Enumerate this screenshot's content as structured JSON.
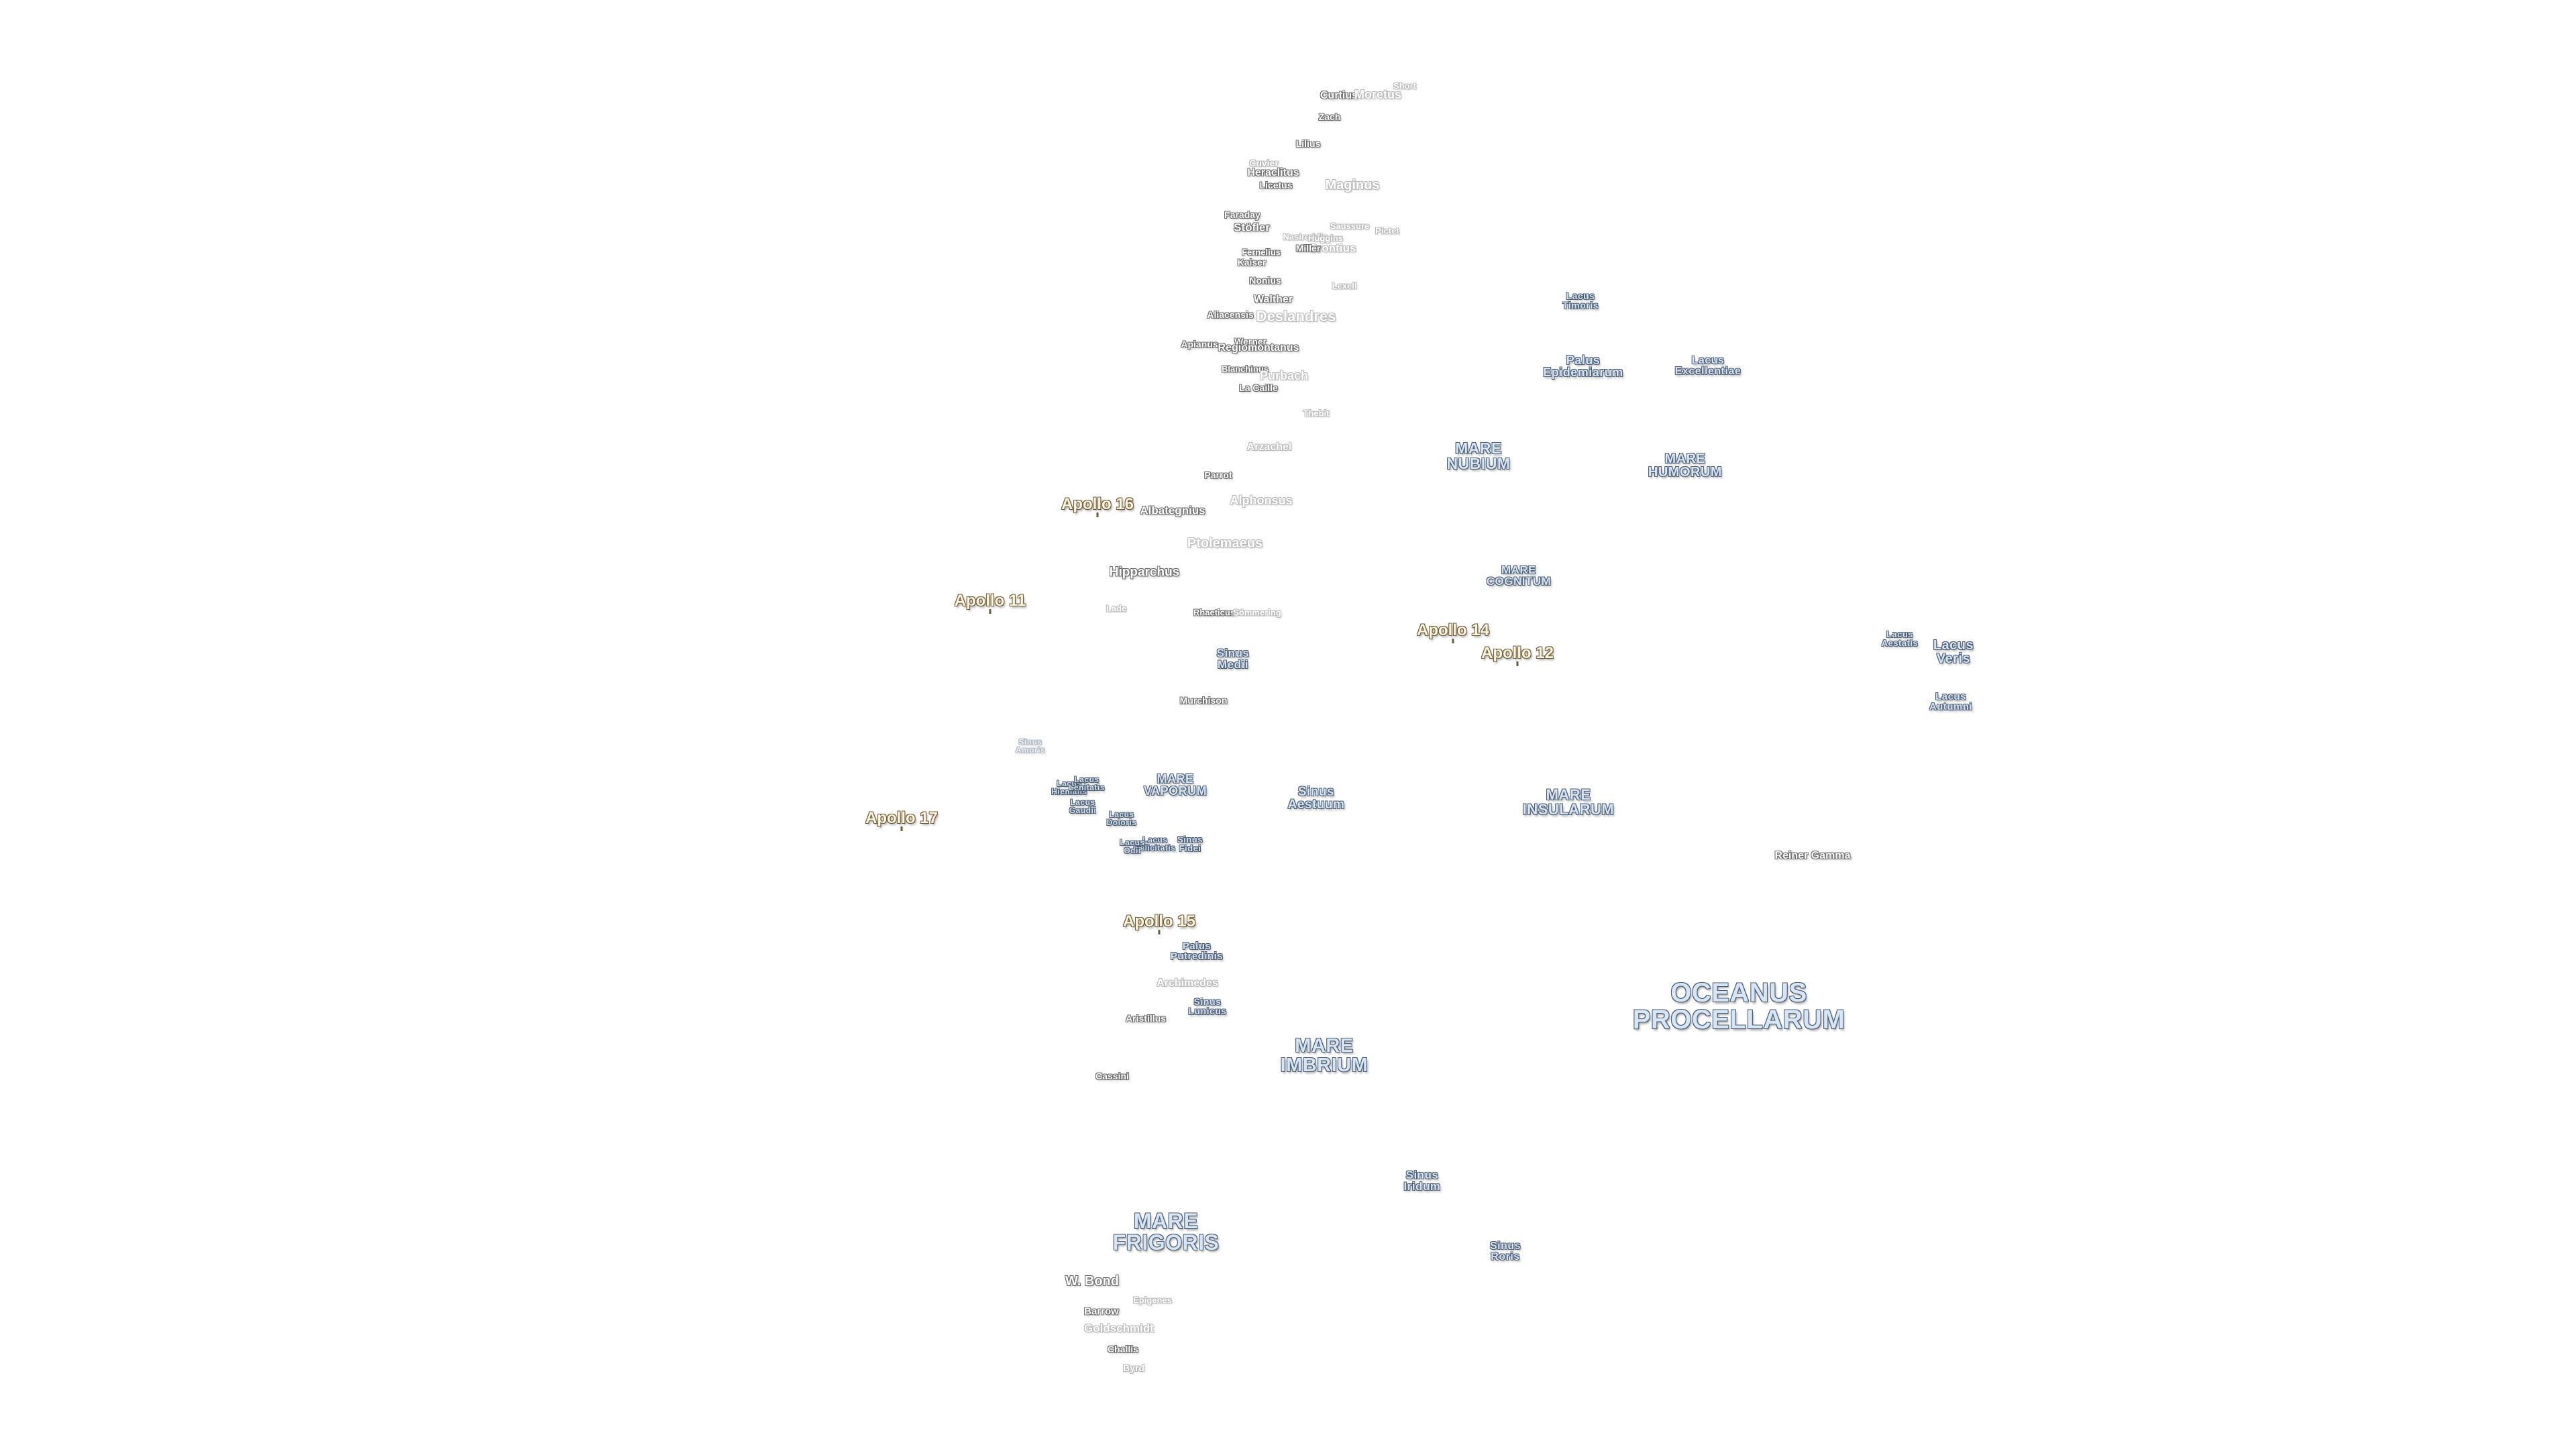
{
  "map": {
    "colors": {
      "background": "#ffffff",
      "sea_fill": "#d7e6f7",
      "sea_outline": "#4a5a70",
      "crater_fill": "#ffffff",
      "crater_outline": "#6a6a6a",
      "apollo_fill": "#fff4dc",
      "apollo_outline": "#6b5a3a"
    },
    "seas": [
      {
        "id": "oceanus-procellarum",
        "text": "OCEANUS\nPROCELLARUM"
      },
      {
        "id": "mare-imbrium",
        "text": "MARE\nIMBRIUM"
      },
      {
        "id": "mare-frigoris",
        "text": "MARE\nFRIGORIS"
      },
      {
        "id": "mare-nubium",
        "text": "MARE\nNUBIUM"
      },
      {
        "id": "mare-humorum",
        "text": "MARE\nHUMORUM"
      },
      {
        "id": "mare-cognitum",
        "text": "MARE\nCOGNITUM"
      },
      {
        "id": "mare-insularum",
        "text": "MARE\nINSULARUM"
      },
      {
        "id": "mare-vaporum",
        "text": "MARE\nVAPORUM"
      },
      {
        "id": "sinus-aestuum",
        "text": "Sinus\nAestuum"
      },
      {
        "id": "sinus-medii",
        "text": "Sinus\nMedii"
      },
      {
        "id": "sinus-iridum",
        "text": "Sinus\nIridum"
      },
      {
        "id": "sinus-roris",
        "text": "Sinus\nRoris"
      },
      {
        "id": "sinus-lunicus",
        "text": "Sinus\nLunicus"
      },
      {
        "id": "sinus-fidei",
        "text": "Sinus\nFidei"
      },
      {
        "id": "palus-epidemiarum",
        "text": "Palus\nEpidemiarum"
      },
      {
        "id": "palus-putredinis",
        "text": "Palus\nPutredinis"
      },
      {
        "id": "lacus-excellentiae",
        "text": "Lacus\nExcellentiae"
      },
      {
        "id": "lacus-timoris",
        "text": "Lacus\nTimoris"
      },
      {
        "id": "lacus-veris",
        "text": "Lacus\nVeris"
      },
      {
        "id": "lacus-autumni",
        "text": "Lacus\nAutumni"
      },
      {
        "id": "lacus-aestatis",
        "text": "Lacus\nAestatis"
      },
      {
        "id": "lacus-hiemalis",
        "text": "Lacus\nHiemalis"
      },
      {
        "id": "lacus-lenitatis",
        "text": "Lacus\nLenitatis"
      },
      {
        "id": "lacus-doloris",
        "text": "Lacus\nDoloris"
      },
      {
        "id": "lacus-gaudii",
        "text": "Lacus\nGaudii"
      },
      {
        "id": "lacus-felicitatis",
        "text": "Lacus\nFelicitatis"
      },
      {
        "id": "lacus-odii",
        "text": "Lacus\nOdii"
      },
      {
        "id": "sinus-amoris",
        "text": "Sinus\nAmoris"
      }
    ],
    "apollo_sites": [
      {
        "id": "apollo-16",
        "text": "Apollo 16"
      },
      {
        "id": "apollo-11",
        "text": "Apollo 11"
      },
      {
        "id": "apollo-14",
        "text": "Apollo 14"
      },
      {
        "id": "apollo-12",
        "text": "Apollo 12"
      },
      {
        "id": "apollo-17",
        "text": "Apollo 17"
      },
      {
        "id": "apollo-15",
        "text": "Apollo 15"
      }
    ],
    "craters": [
      {
        "id": "curtius",
        "text": "Curtius"
      },
      {
        "id": "moretus",
        "text": "Moretus"
      },
      {
        "id": "short",
        "text": "Short"
      },
      {
        "id": "zach",
        "text": "Zach"
      },
      {
        "id": "lilius",
        "text": "Lilius"
      },
      {
        "id": "cuvier",
        "text": "Cuvier"
      },
      {
        "id": "heraclitus",
        "text": "Heraclitus"
      },
      {
        "id": "licetus",
        "text": "Licetus"
      },
      {
        "id": "maginus",
        "text": "Maginus"
      },
      {
        "id": "faraday",
        "text": "Faraday"
      },
      {
        "id": "stofler",
        "text": "Stöfler"
      },
      {
        "id": "saussure",
        "text": "Saussure"
      },
      {
        "id": "pictet",
        "text": "Pictet"
      },
      {
        "id": "nasireddin",
        "text": "Nasireddin"
      },
      {
        "id": "orontius",
        "text": "Orontius"
      },
      {
        "id": "huggins",
        "text": "Huggins"
      },
      {
        "id": "miller",
        "text": "Miller"
      },
      {
        "id": "fernelius",
        "text": "Fernelius"
      },
      {
        "id": "kaiser",
        "text": "Kaiser"
      },
      {
        "id": "nonius",
        "text": "Nonius"
      },
      {
        "id": "lexell",
        "text": "Lexell"
      },
      {
        "id": "walther",
        "text": "Walther"
      },
      {
        "id": "aliacensis",
        "text": "Aliacensis"
      },
      {
        "id": "deslandres",
        "text": "Deslandres"
      },
      {
        "id": "apianus",
        "text": "Apianus"
      },
      {
        "id": "werner",
        "text": "Werner"
      },
      {
        "id": "regiomontanus",
        "text": "Regiomontanus"
      },
      {
        "id": "blanchinus",
        "text": "Blanchinus"
      },
      {
        "id": "purbach",
        "text": "Purbach"
      },
      {
        "id": "la-caille",
        "text": "La Caille"
      },
      {
        "id": "thebit",
        "text": "Thebit"
      },
      {
        "id": "arzachel",
        "text": "Arzachel"
      },
      {
        "id": "parrot",
        "text": "Parrot"
      },
      {
        "id": "alphonsus",
        "text": "Alphonsus"
      },
      {
        "id": "albategnius",
        "text": "Albategnius"
      },
      {
        "id": "ptolemaeus",
        "text": "Ptolemaeus"
      },
      {
        "id": "hipparchus",
        "text": "Hipparchus"
      },
      {
        "id": "lade",
        "text": "Lade"
      },
      {
        "id": "rhaeticus",
        "text": "Rhaeticus"
      },
      {
        "id": "sommering",
        "text": "Sömmering"
      },
      {
        "id": "murchison",
        "text": "Murchison"
      },
      {
        "id": "reiner-gamma",
        "text": "Reiner Gamma"
      },
      {
        "id": "archimedes",
        "text": "Archimedes"
      },
      {
        "id": "aristillus",
        "text": "Aristillus"
      },
      {
        "id": "cassini",
        "text": "Cassini"
      },
      {
        "id": "w-bond",
        "text": "W. Bond"
      },
      {
        "id": "epigenes",
        "text": "Epigenes"
      },
      {
        "id": "barrow",
        "text": "Barrow"
      },
      {
        "id": "goldschmidt",
        "text": "Goldschmidt"
      },
      {
        "id": "challis",
        "text": "Challis"
      },
      {
        "id": "byrd",
        "text": "Byrd"
      }
    ]
  }
}
